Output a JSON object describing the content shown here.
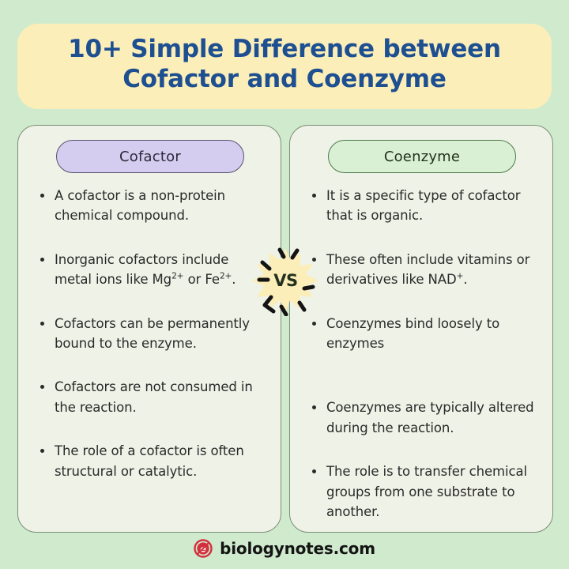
{
  "page": {
    "background_color": "#cfeacd",
    "title": "10+ Simple Difference between Cofactor and Coenzyme",
    "title_line1": "10+ Simple Difference between",
    "title_line2": "Cofactor and Coenzyme",
    "title_color": "#1d4f91",
    "title_banner_color": "#fbeeb8"
  },
  "versus": {
    "label": "VS",
    "burst_color": "#fbeeb8",
    "text_color": "#23311f"
  },
  "columns": [
    {
      "id": "cofactor",
      "heading": "Cofactor",
      "pill_color": "#d5cdef",
      "pill_border_color": "#59506f",
      "card_color": "#eff2e7",
      "bullets": [
        {
          "text": "A cofactor is a non-protein chemical compound."
        },
        {
          "prefix": "Inorganic cofactors include metal ions like Mg",
          "sup1": "2+",
          "mid": " or Fe",
          "sup2": "2+",
          "suffix": "."
        },
        {
          "text": "Cofactors can be permanently bound to the enzyme."
        },
        {
          "text": "Cofactors are not consumed in the reaction."
        },
        {
          "text": "The role of a cofactor is often structural or catalytic."
        }
      ]
    },
    {
      "id": "coenzyme",
      "heading": "Coenzyme",
      "pill_color": "#d9f0d4",
      "pill_border_color": "#4c7a49",
      "card_color": "#eff2e7",
      "bullets": [
        {
          "text": "It is a specific type of cofactor that is organic."
        },
        {
          "prefix": "These often include vitamins or derivatives like NAD",
          "sup1": "+",
          "mid": "",
          "sup2": "",
          "suffix": "."
        },
        {
          "text": "Coenzymes bind loosely to enzymes"
        },
        {
          "text": "Coenzymes are typically altered during the reaction."
        },
        {
          "text": "The role is to transfer chemical groups from one substrate to another."
        }
      ]
    }
  ],
  "footer": {
    "site_name": "biologynotes.com",
    "logo_color": "#d32f3c",
    "logo_glyph": "e"
  }
}
